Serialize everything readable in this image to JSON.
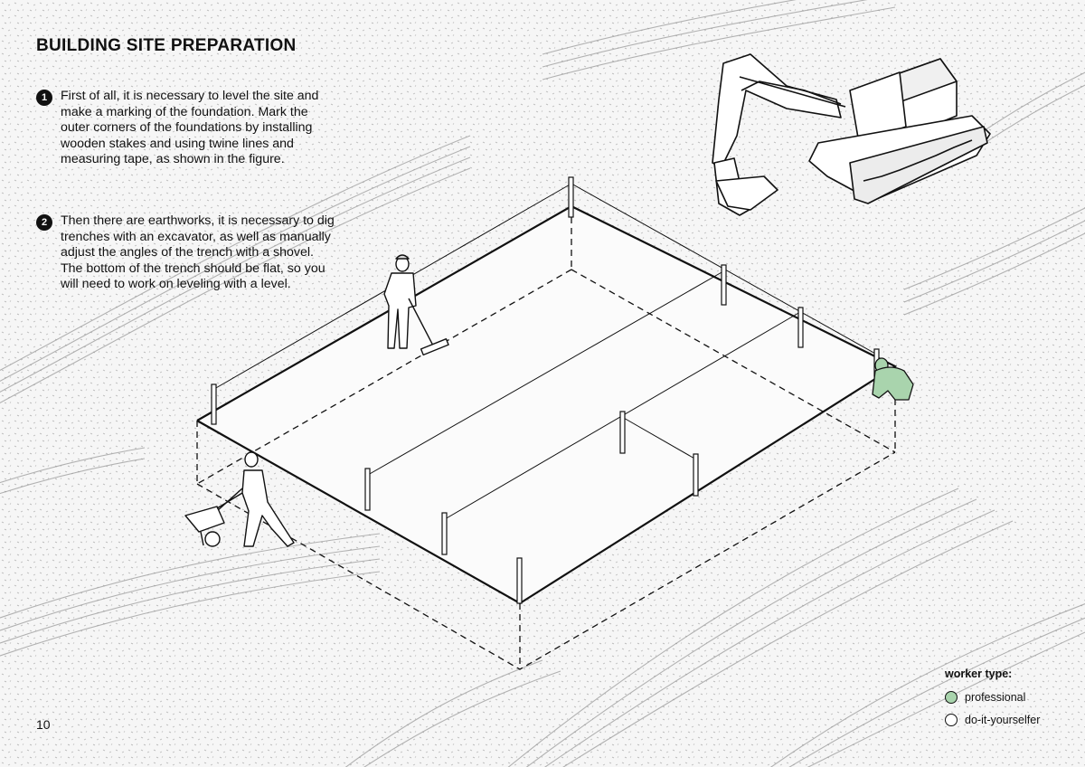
{
  "title": "BUILDING SITE PREPARATION",
  "steps": [
    {
      "number": "1",
      "text": "First of all, it is necessary to level the site and make a marking of the foundation. Mark the outer corners of the foundations by installing wooden stakes and using twine lines and measuring tape, as shown in the figure."
    },
    {
      "number": "2",
      "text": "Then there are earthworks, it is necessary to dig trenches with an excavator, as well as manually adjust the angles of the trench with a shovel. The bottom of the trench should be flat, so you will need to work on leveling with a level."
    }
  ],
  "page_number": "10",
  "legend": {
    "title": "worker type:",
    "items": [
      {
        "label": "professional",
        "color": "#a9d4ad"
      },
      {
        "label": "do-it-yourselfer",
        "color": "#ffffff"
      }
    ]
  },
  "icons": [
    "excavator-icon",
    "worker-icon",
    "wheelbarrow-icon",
    "crouching-worker-icon"
  ]
}
